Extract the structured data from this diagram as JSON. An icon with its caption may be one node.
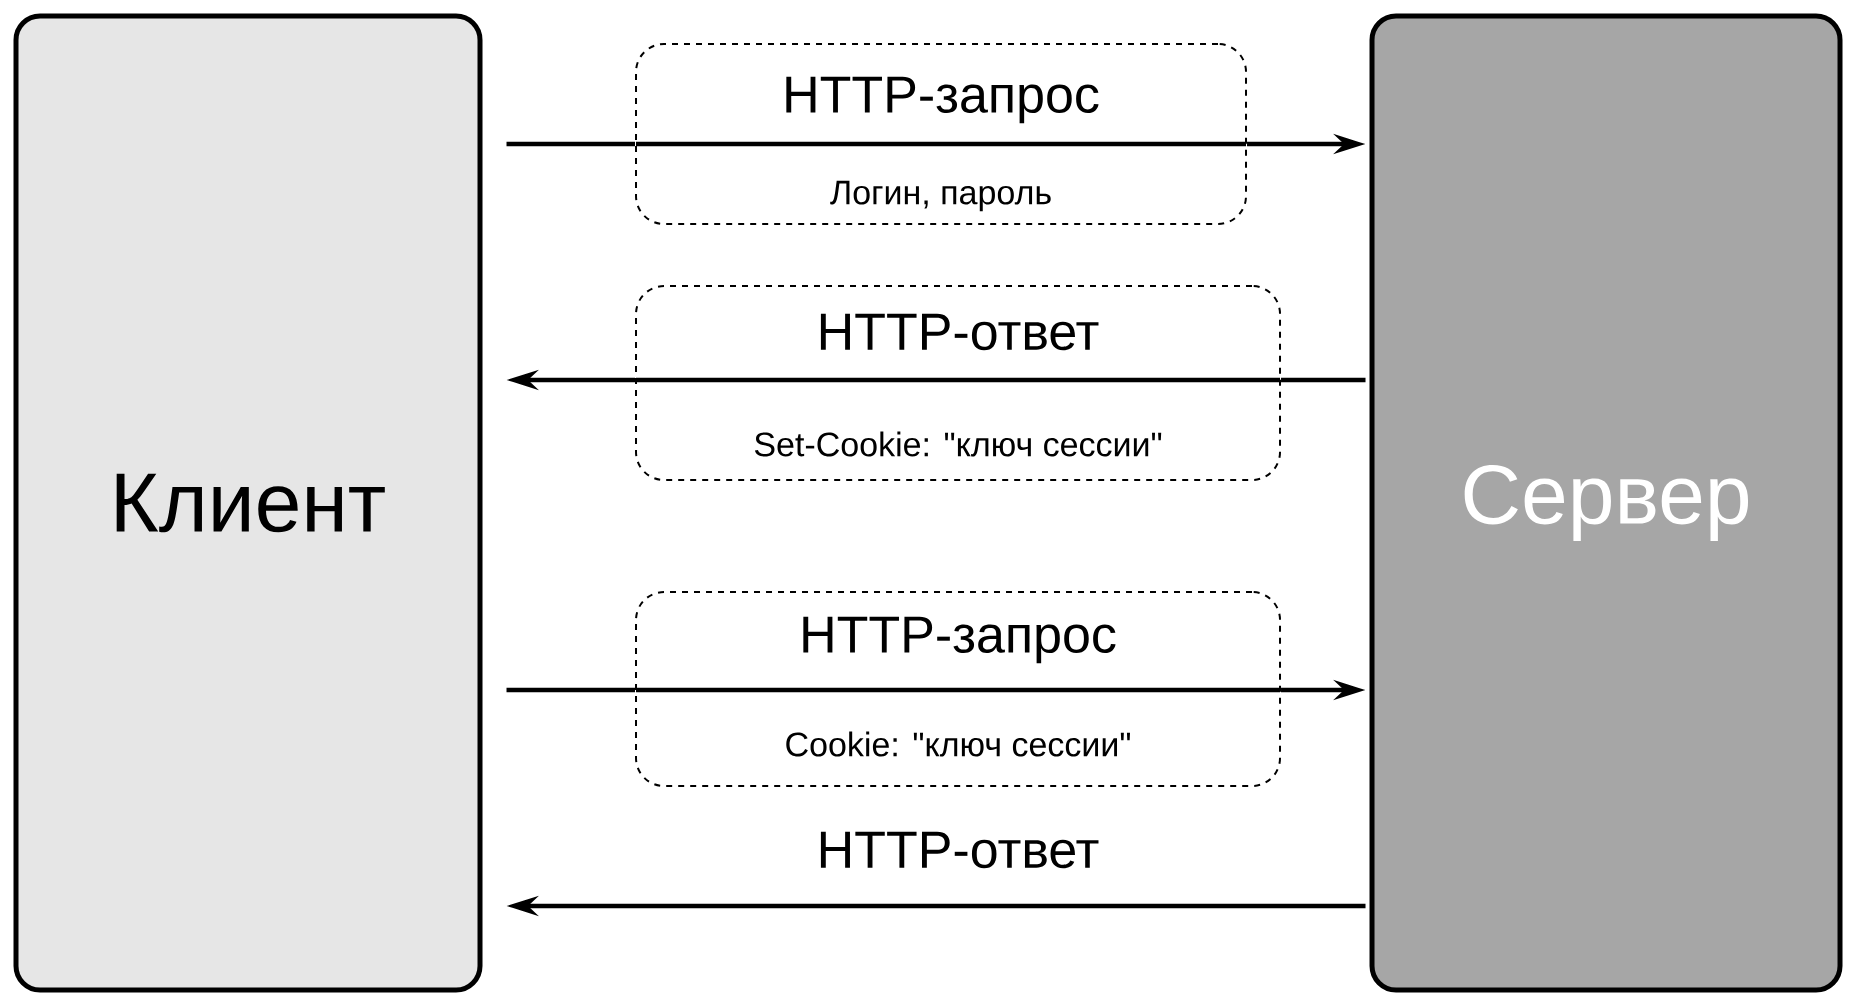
{
  "diagram": {
    "nodes": [
      {
        "text": [
          "Клиент"
        ]
      },
      {
        "text": [
          "Сервер"
        ]
      },
      {
        "text": [
          "HTTP-запрос",
          "Логин, пароль"
        ]
      },
      {
        "text": [
          "HTTP-ответ",
          "Set-Cookie: \"ключ сессии\""
        ]
      },
      {
        "text": [
          "HTTP-запрос",
          "Cookie: \"ключ сессии\""
        ]
      }
    ],
    "edges": [
      {
        "from": 0,
        "to": 2,
        "arrow": "none"
      },
      {
        "from": 2,
        "to": 1,
        "arrow": "to"
      },
      {
        "from": 1,
        "to": 3,
        "arrow": "none"
      },
      {
        "from": 3,
        "to": 0,
        "arrow": "to"
      },
      {
        "from": 0,
        "to": 4,
        "arrow": "none"
      },
      {
        "from": 4,
        "to": 1,
        "arrow": "to"
      },
      {
        "from": 1,
        "to": 0,
        "arrow": "to",
        "label": "HTTP-ответ"
      }
    ]
  }
}
